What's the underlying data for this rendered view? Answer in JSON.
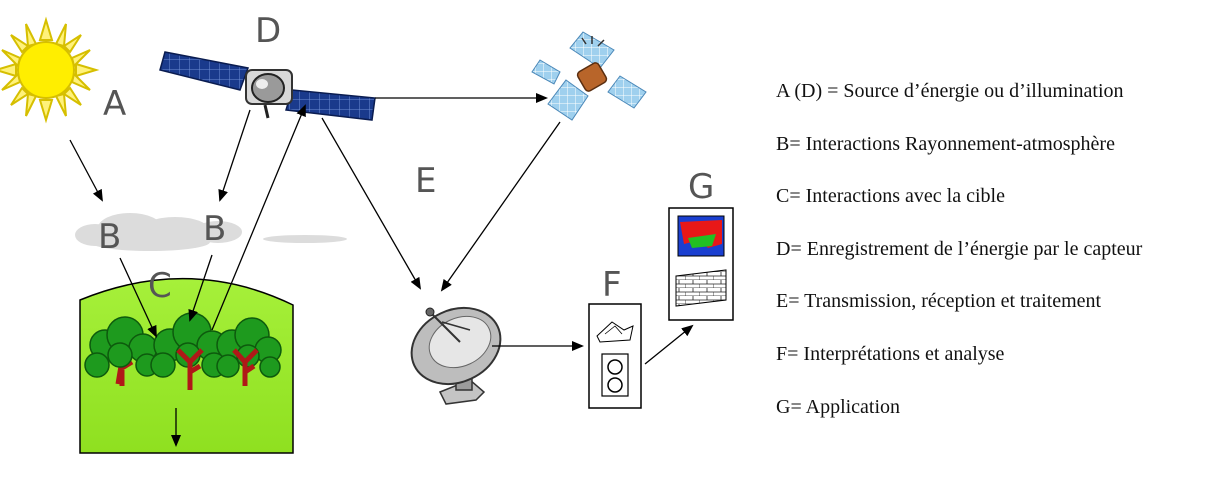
{
  "diagram": {
    "labels": {
      "a": "A",
      "b_left": "B",
      "b_right": "B",
      "c": "C",
      "d": "D",
      "e": "E",
      "f": "F",
      "g": "G"
    }
  },
  "legend": {
    "items": [
      "A (D) = Source d’énergie ou d’illumination",
      "B= Interactions Rayonnement-atmosphère",
      "C= Interactions avec la cible",
      "D= Enregistrement de l’énergie par le capteur",
      "E= Transmission, réception et traitement",
      "F= Interprétations et analyse",
      "G= Application"
    ]
  },
  "colors": {
    "sun": "#ffee00",
    "sun_rays": "#e0c800",
    "cloud": "#dcdcdc",
    "ground": "#a6f03a",
    "foliage": "#1e9a1e",
    "trunk": "#b01818",
    "solar_panel": "#1a3a8c",
    "letters": "#555555"
  }
}
